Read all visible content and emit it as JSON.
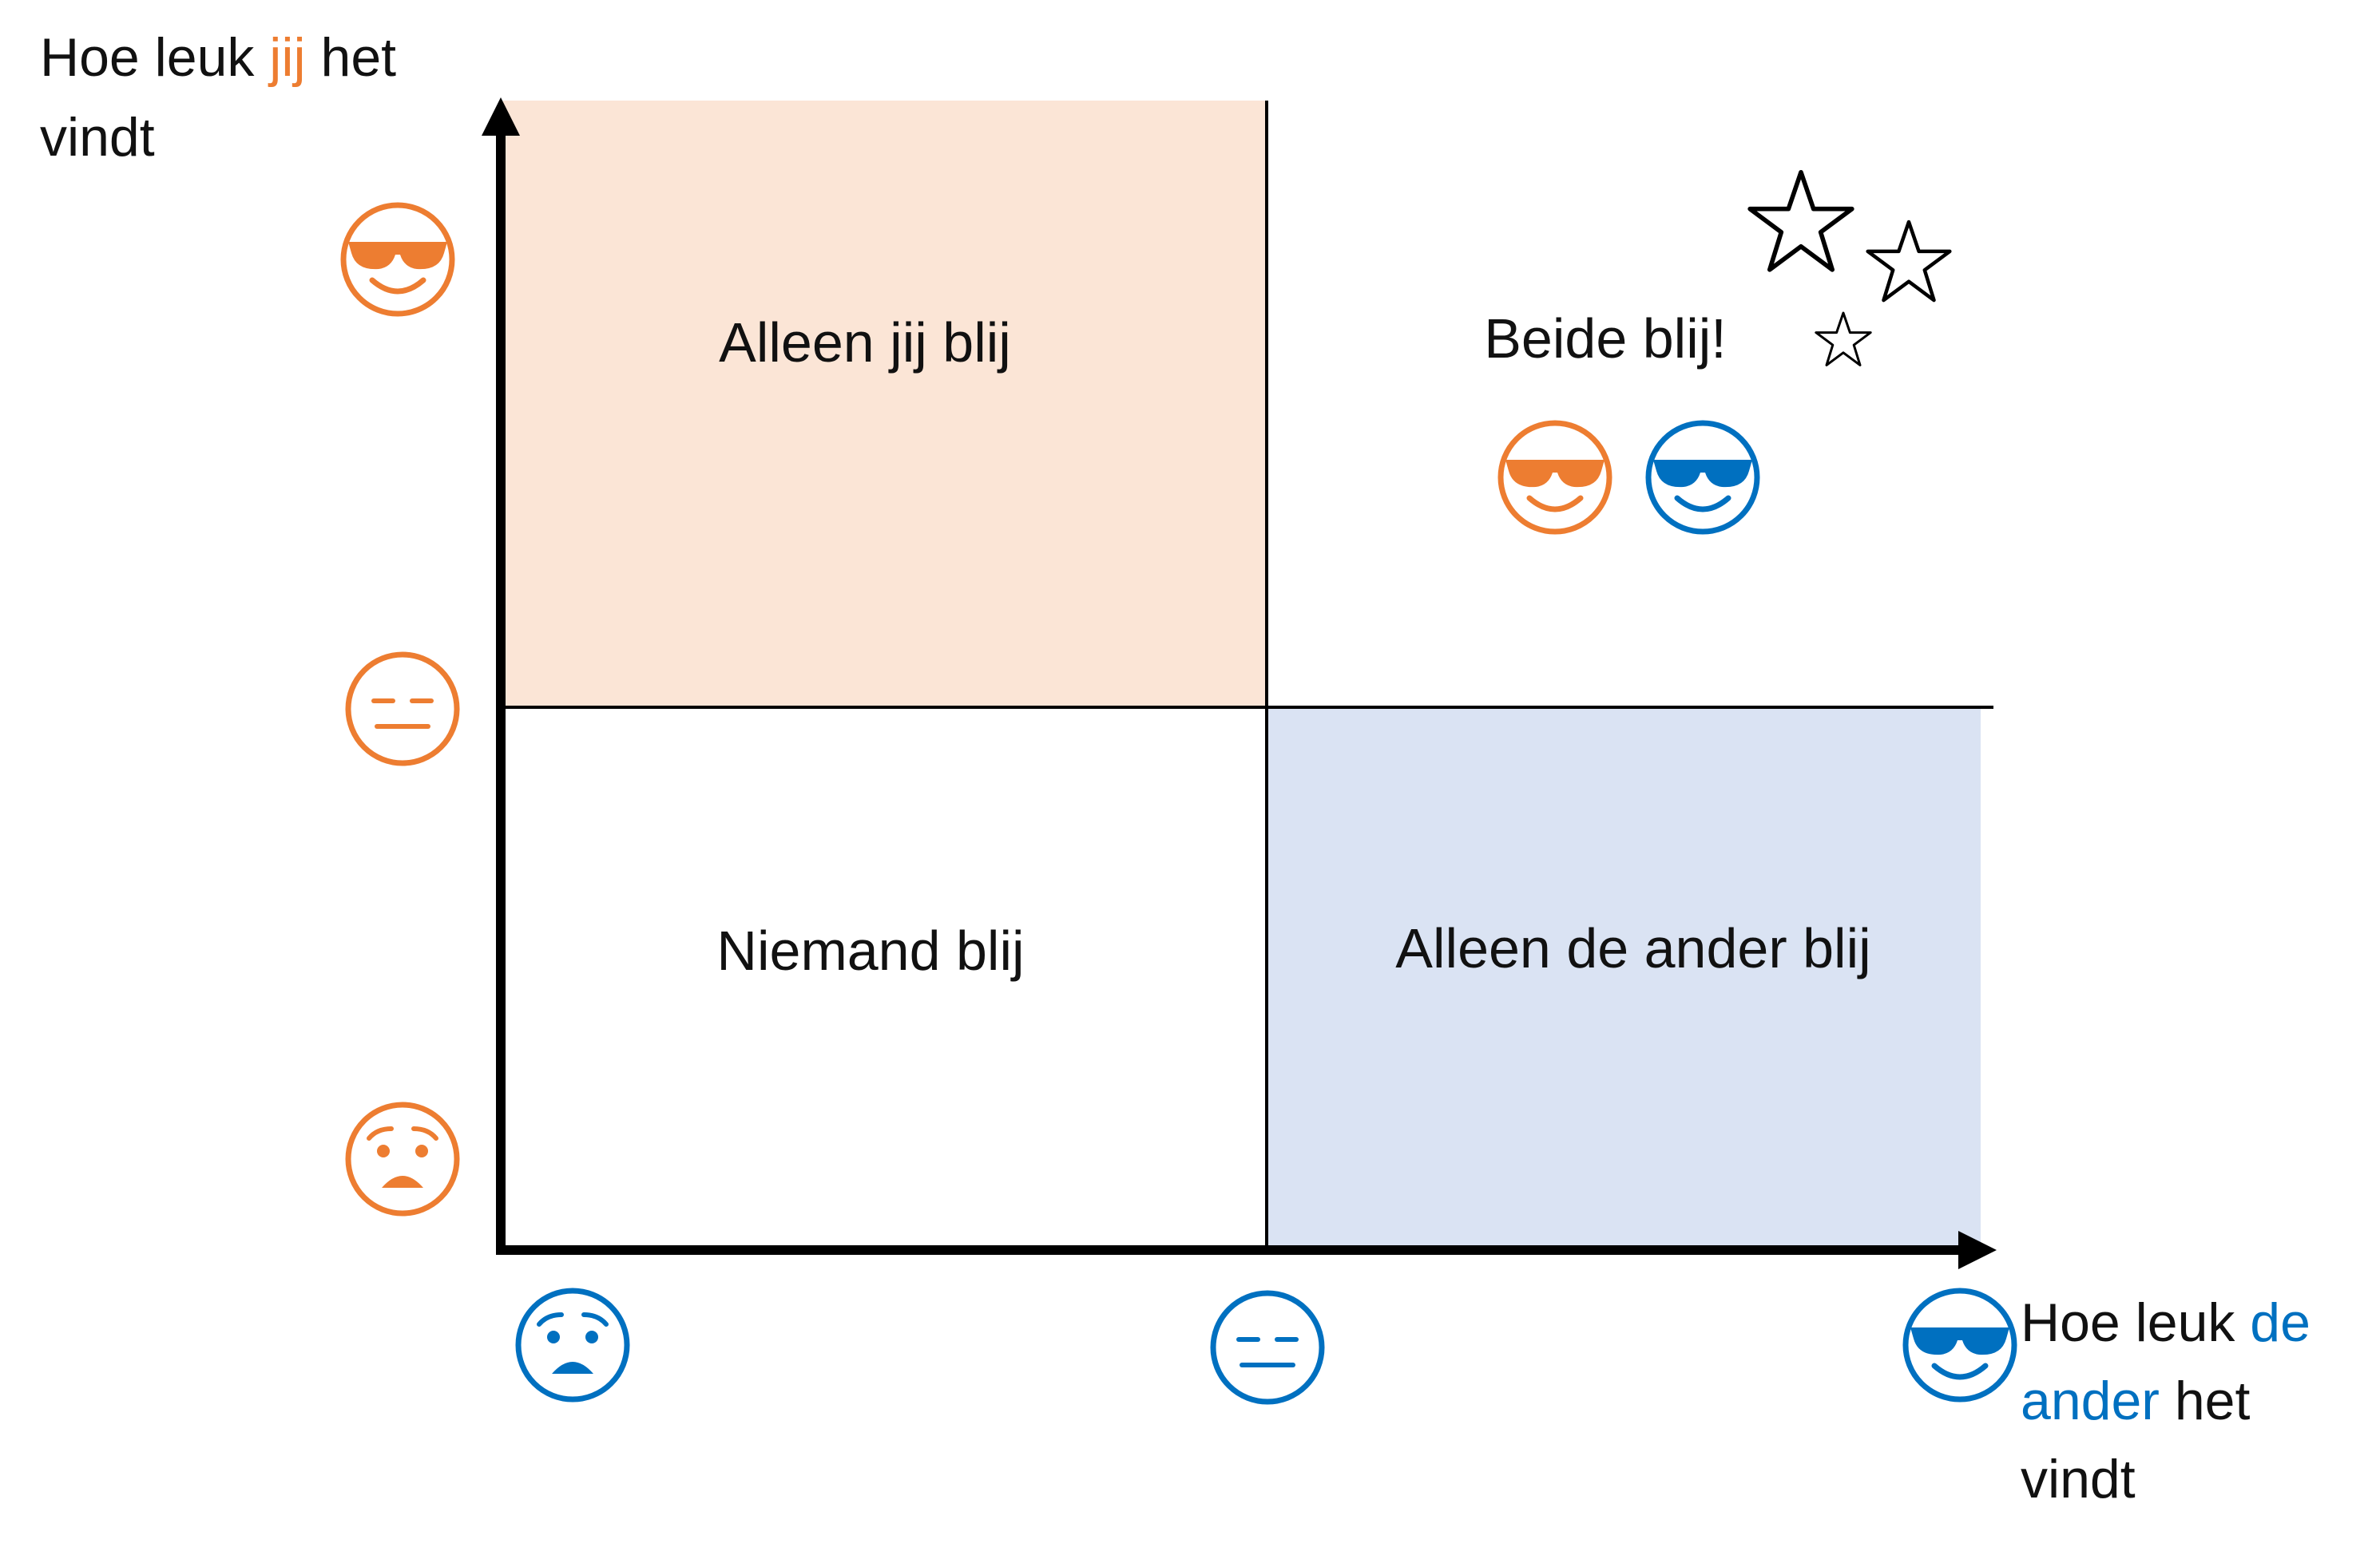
{
  "axes": {
    "y_label": {
      "before": "Hoe leuk ",
      "accent": "jij",
      "after": " het",
      "line2": "vindt"
    },
    "x_label": {
      "line1_before": "Hoe leuk ",
      "line1_accent": "de",
      "line2_accent": "ander",
      "line2_after": " het",
      "line3": "vindt"
    }
  },
  "quadrants": {
    "top_left": "Alleen jij blij",
    "top_right": "Beide blij!",
    "bottom_left": "Niemand blij",
    "bottom_right": "Alleen de ander blij"
  },
  "icons": {
    "y_axis": [
      "cool-face-icon",
      "neutral-face-icon",
      "worried-face-icon"
    ],
    "x_axis": [
      "worried-face-icon",
      "neutral-face-icon",
      "cool-face-icon"
    ],
    "both_happy": [
      "cool-face-icon",
      "cool-face-icon"
    ],
    "decoration": [
      "star-icon",
      "star-icon",
      "star-icon"
    ]
  },
  "colors": {
    "you": "#ED7D31",
    "other": "#0070C0",
    "you_fill": "#FBE5D6",
    "other_fill": "#DAE3F3",
    "axis": "#000000"
  }
}
